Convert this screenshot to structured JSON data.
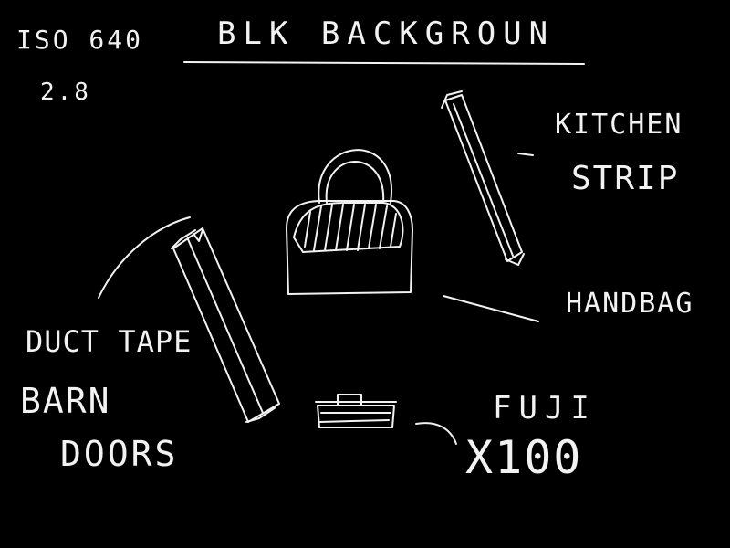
{
  "labels": {
    "title": "BLK BACKGROUN",
    "iso": "ISO 640",
    "aperture": "2.8",
    "kitchen": "KITCHEN",
    "strip": "STRIP",
    "handbag": "HANDBAG",
    "duct_tape": "DUCT TAPE",
    "barn": "BARN",
    "doors": "DOORS",
    "fuji": "FUJI",
    "x100": "X100"
  },
  "colors": {
    "background": "#000000",
    "ink": "#f2f2f2"
  }
}
